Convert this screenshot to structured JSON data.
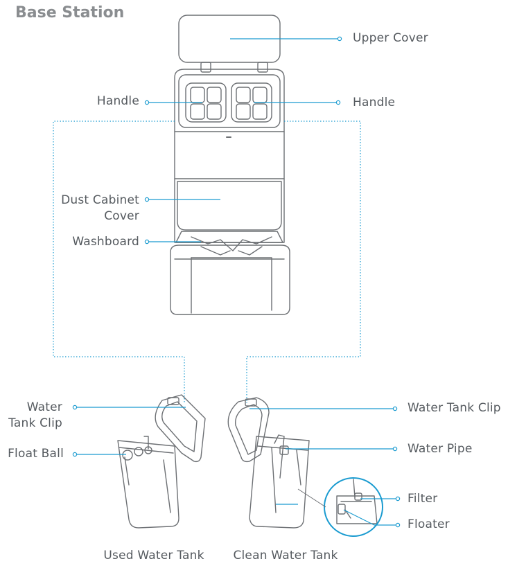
{
  "title": "Base Station",
  "colors": {
    "accent": "#1a9bd0",
    "outline": "#6d7074",
    "label": "#555a5f",
    "title": "#8a8d90"
  },
  "labels": {
    "upper_cover": "Upper Cover",
    "handle_left": "Handle",
    "handle_right": "Handle",
    "dust_cabinet_cover_1": "Dust Cabinet",
    "dust_cabinet_cover_2": "Cover",
    "washboard": "Washboard",
    "water_tank_clip_left_1": "Water",
    "water_tank_clip_left_2": "Tank Clip",
    "float_ball": "Float Ball",
    "water_tank_clip_right": "Water Tank Clip",
    "water_pipe": "Water Pipe",
    "filter": "Filter",
    "floater": "Floater"
  },
  "captions": {
    "used_water_tank": "Used Water Tank",
    "clean_water_tank": "Clean Water Tank"
  }
}
